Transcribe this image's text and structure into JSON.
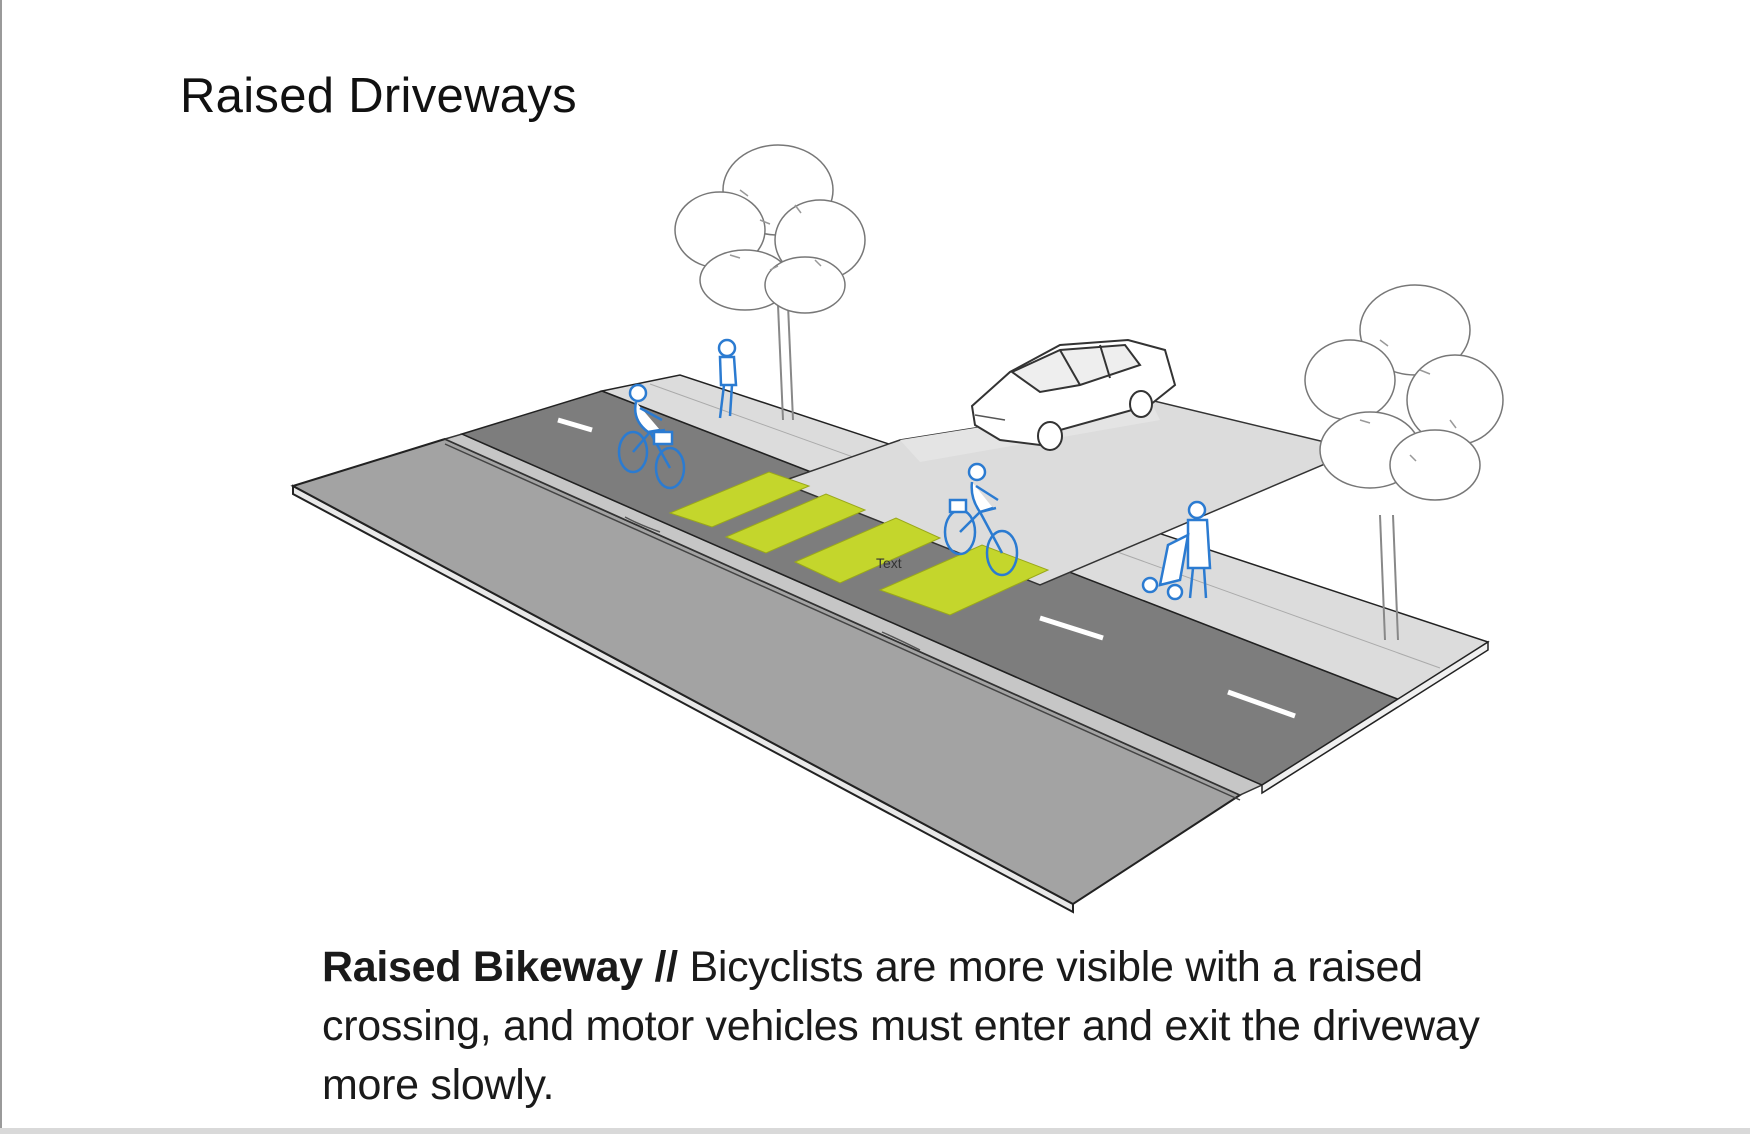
{
  "page": {
    "title": "Raised Driveways"
  },
  "illustration": {
    "overlay_label": "Text",
    "colors": {
      "street": "#a3a3a3",
      "curb": "#c6c6c6",
      "bikeway": "#7d7d7d",
      "sidewalk": "#dcdcdc",
      "crossing_green": "#c4d62c",
      "people_blue": "#2b7bd1",
      "lane_marking": "#ffffff"
    },
    "elements": [
      "street",
      "curb-buffer",
      "raised-bikeway",
      "green-crossing-markings",
      "sidewalk",
      "driveway",
      "parked-car",
      "trees",
      "bicyclists",
      "pedestrians",
      "stroller"
    ]
  },
  "caption": {
    "lead": "Raised Bikeway //",
    "text": " Bicyclists are more visible with a raised crossing, and motor vehicles must enter and exit the driveway more slowly."
  }
}
